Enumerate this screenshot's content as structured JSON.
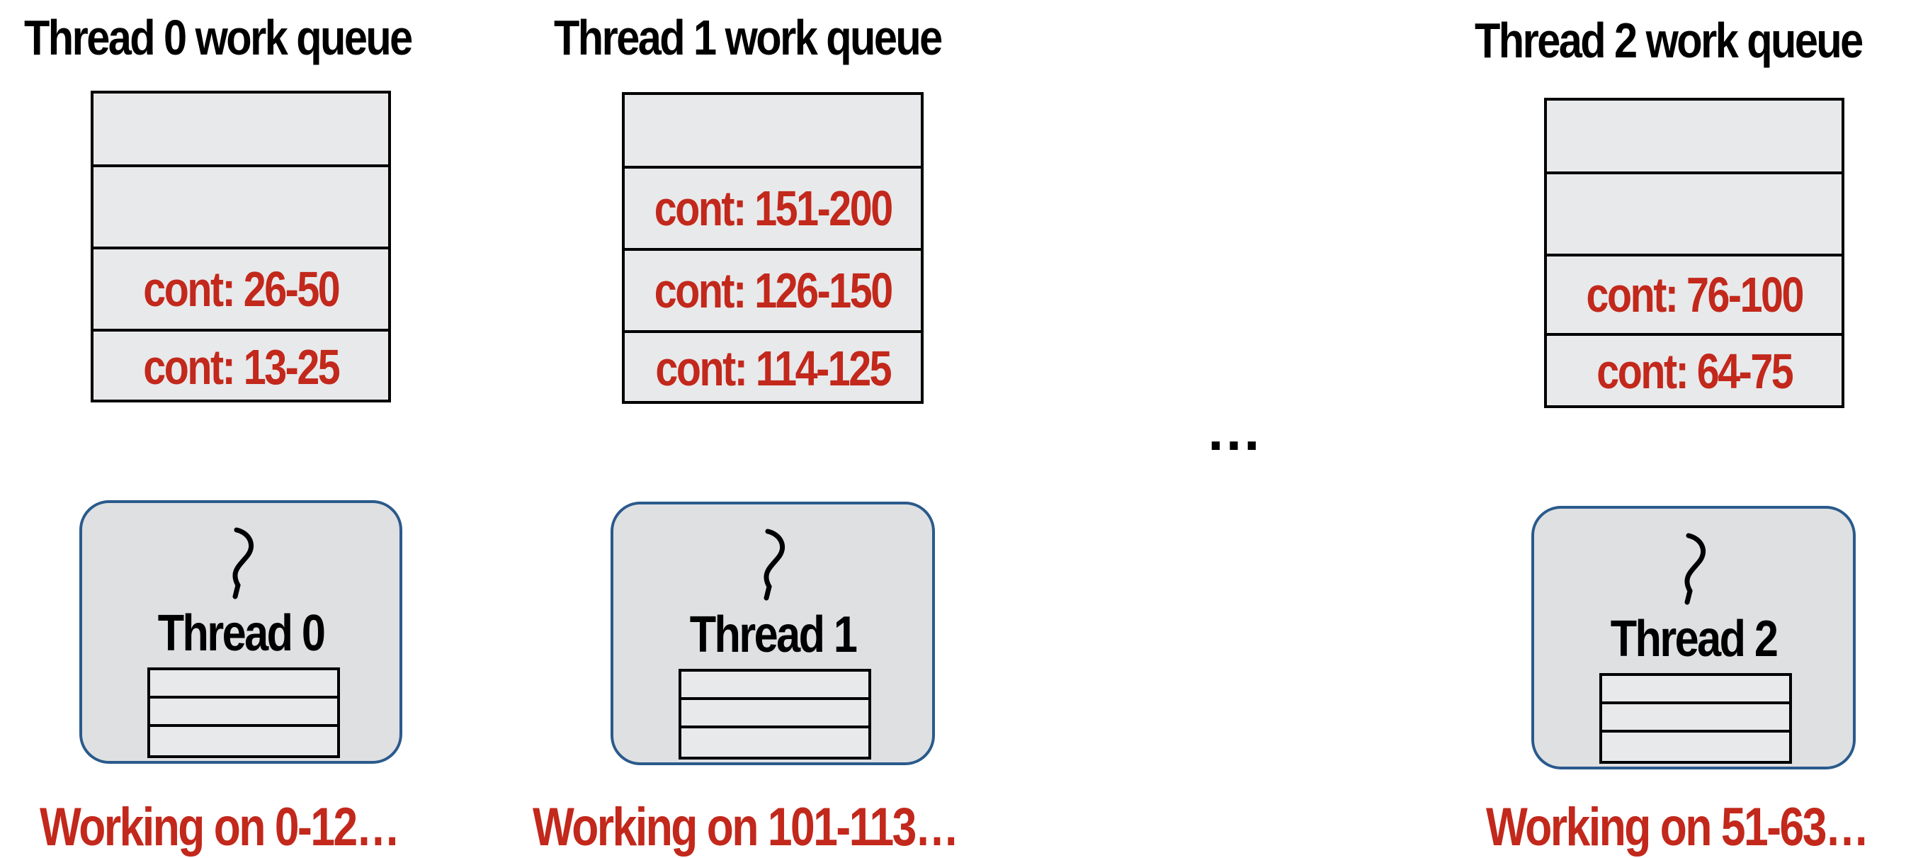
{
  "columns": [
    {
      "queue_title": "Thread 0 work queue",
      "queue_slots": [
        "",
        "",
        "cont: 26-50",
        "cont: 13-25"
      ],
      "thread_label": "Thread 0",
      "working_text": "Working on 0-12…"
    },
    {
      "queue_title": "Thread 1 work queue",
      "queue_slots": [
        "",
        "cont: 151-200",
        "cont: 126-150",
        "cont: 114-125"
      ],
      "thread_label": "Thread 1",
      "working_text": "Working on 101-113…"
    },
    {
      "queue_title": "Thread 2 work queue",
      "queue_slots": [
        "",
        "",
        "cont: 76-100",
        "cont: 64-75"
      ],
      "thread_label": "Thread 2",
      "working_text": "Working on 51-63…"
    }
  ],
  "ellipsis": "…",
  "colors": {
    "task_text": "#c2281b",
    "queue_fill": "#e8e9eb",
    "thread_box_fill": "#dfe0e2",
    "thread_box_border": "#2a5a8c"
  },
  "icons": [
    "thread-squiggle-icon"
  ]
}
